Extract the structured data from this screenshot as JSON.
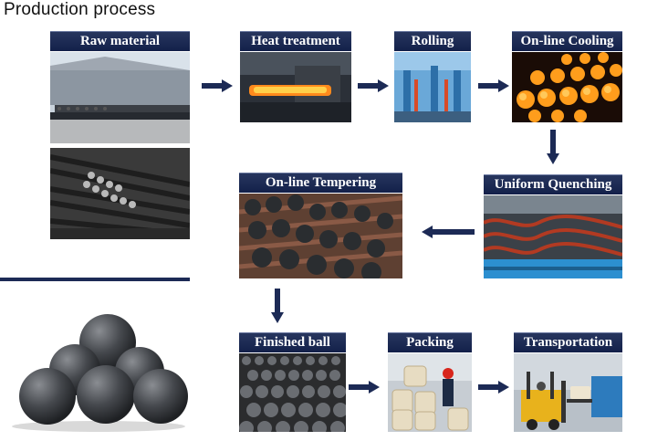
{
  "title": "Production process",
  "steps": {
    "raw_material": "Raw material",
    "heat_treatment": "Heat treatment",
    "rolling": "Rolling",
    "online_cooling": "On-line Cooling",
    "uniform_quenching": "Uniform Quenching",
    "online_tempering": "On-line Tempering",
    "finished_ball": "Finished ball",
    "packing": "Packing",
    "transportation": "Transportation"
  },
  "colors": {
    "label_bg": "#1a2650",
    "arrow": "#1c2a55",
    "divider": "#1c2a55"
  }
}
